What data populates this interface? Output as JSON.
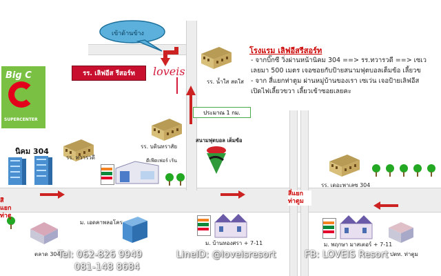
{
  "bubble": {
    "text": "เข้าด้านข้าง"
  },
  "signs": {
    "loveis_resort": "รร. เลิฟอีส รีสอร์ท",
    "loveis_logo": "loveis",
    "distance": "ประมาณ 1 กม.",
    "junction": "สี่แยกท่าตูม"
  },
  "bigc": {
    "letters": "Big C",
    "tagline": "SUPERCENTER"
  },
  "places": {
    "nikhom": "นิคม 304",
    "thawarawadee": "รร. ทวารวดี",
    "bussarakham": "รร. บดินทราสัย",
    "namsai": "รร. น้ำใส สดใส",
    "duepalace": "รร. เดอะพาเลซ 304",
    "futsal": "สนามฟุตบอล เต็มข้อ",
    "market": "ตลาด 304",
    "office": "ม. เอดคาพลอโคร",
    "village1": "ม. บ้านทองศรา + 7-11",
    "village2": "ม. พฤกษา มาสเตอร์ + 7-11",
    "gas": "ปตท. ท่าตูม",
    "factory": "ดีเฟ๊ตเฟอร์ เร้น"
  },
  "directions": {
    "title": "โรงแรม เลิฟอีสรีสอร์ท",
    "line1": "- จากบิ๊กซี วิ่งผ่านหน้านิคม 304 ==> รร.ทวารวดี ==> เซเว",
    "line2": "เลยมา 500 เมตร เจอซอยกับป้ายสนามฟุตบอลเต็มข้อ เลี้ยวข",
    "line3": "- จาก สี่แยกท่าตูม ผ่านหมู่บ้านของเรา เซเว่น เจอป้ายเลิฟอีส",
    "line4": "เปิดไฟเลี้ยวขวา เลี้ยวเข้าซอยเลยคะ"
  },
  "contact": {
    "tel1": "Tel: 062-826 9949",
    "tel2": "081-148 8684",
    "line_id": "LineID: @loveisresort",
    "fb": "FB: LOVEIS Resort"
  },
  "seven_eleven": "7-ELEVEn",
  "colors": {
    "road": "#ededed",
    "arrow": "#cc2222",
    "sign_red": "#c8102e",
    "bigc_green": "#7ac043",
    "bigc_red": "#e3001b",
    "bubble": "#5bb0dc"
  }
}
